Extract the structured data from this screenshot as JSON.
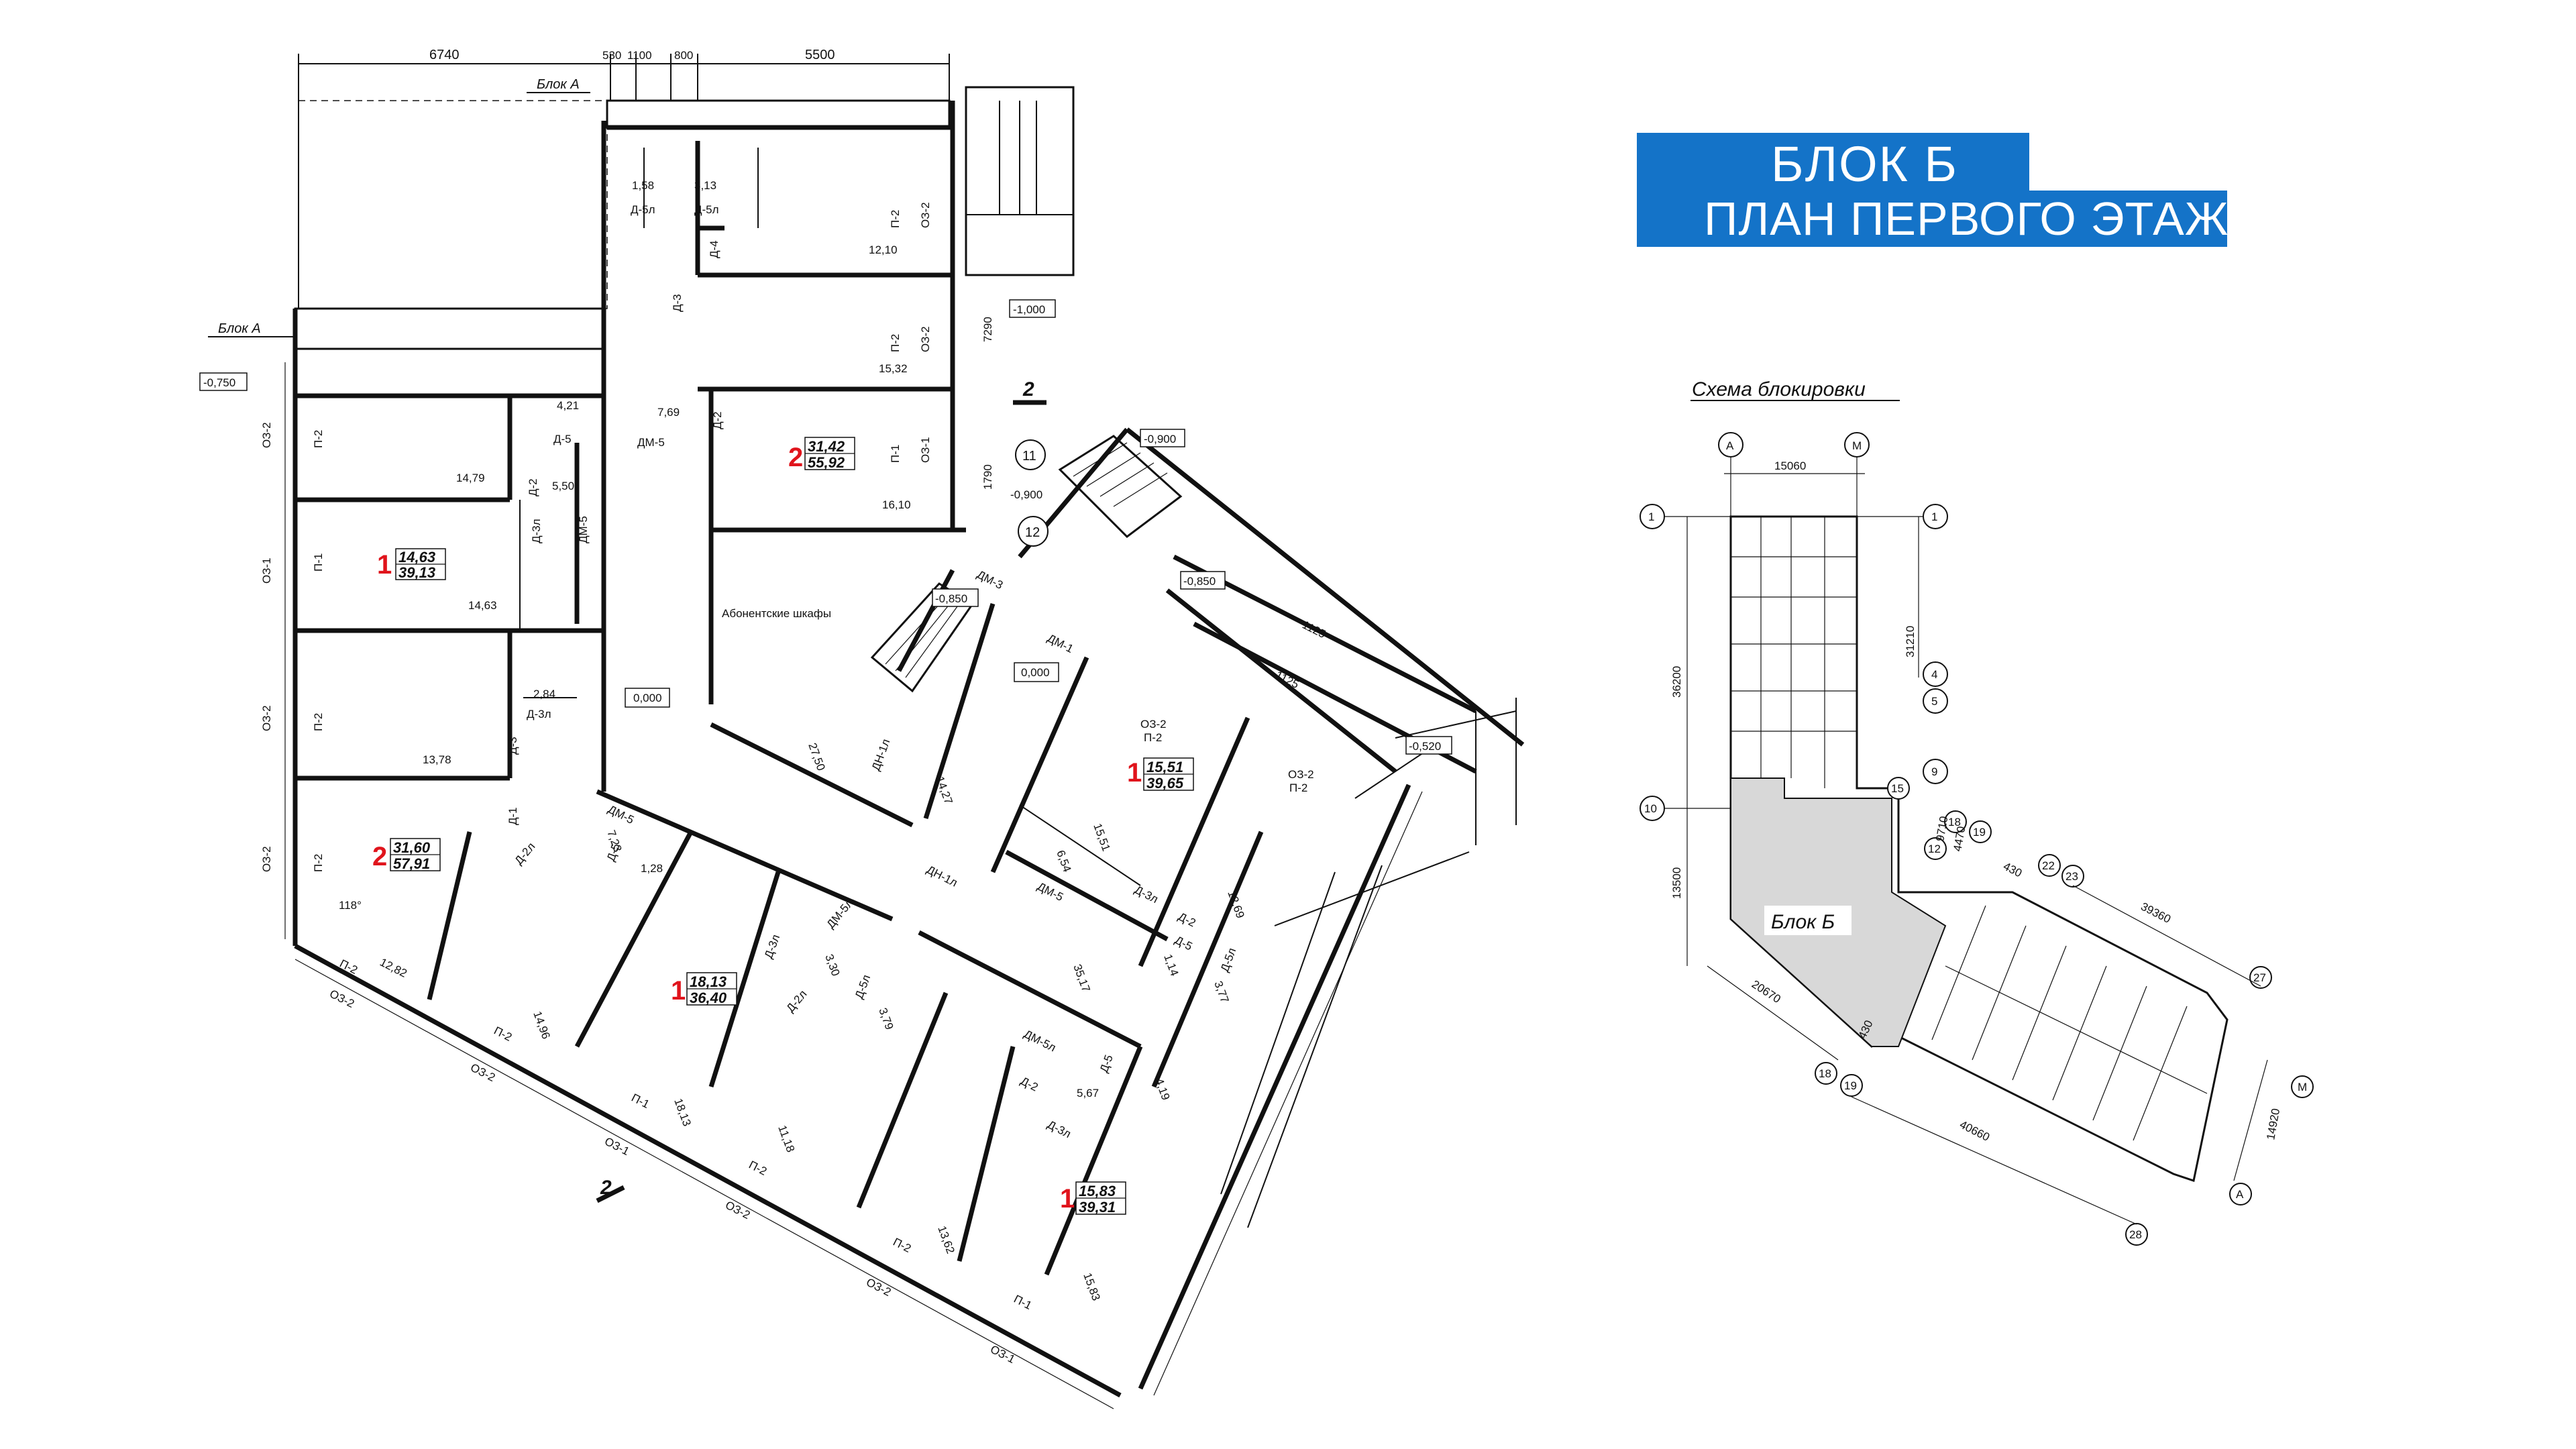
{
  "title": {
    "line1": "БЛОК Б",
    "line2": "ПЛАН ПЕРВОГО ЭТАЖА"
  },
  "colors": {
    "title_bg": "#1473c8",
    "room_count": "#e0141c",
    "lines": "#111111"
  },
  "plan": {
    "top_dimensions": [
      "6740",
      "530",
      "1100",
      "800",
      "5500"
    ],
    "block_labels": [
      "Блок А",
      "Блок А"
    ],
    "levels": [
      "-0,750",
      "-1,000",
      "-0,900",
      "-0,900",
      "-0,850",
      "-0,850",
      "-0,520",
      "0,000",
      "0,000"
    ],
    "side_dims": [
      "7290",
      "1790"
    ],
    "axes": [
      "11",
      "12"
    ],
    "section_marks": [
      "2",
      "2"
    ],
    "cabinet_label": "Абонентские шкафы",
    "corridor_dims": [
      "1125",
      "1125"
    ],
    "angle": "118°",
    "apartments": [
      {
        "rooms": "1",
        "living": "14,63",
        "total": "39,13"
      },
      {
        "rooms": "2",
        "living": "31,42",
        "total": "55,92"
      },
      {
        "rooms": "2",
        "living": "31,60",
        "total": "57,91"
      },
      {
        "rooms": "1",
        "living": "18,13",
        "total": "36,40"
      },
      {
        "rooms": "1",
        "living": "15,51",
        "total": "39,65"
      },
      {
        "rooms": "1",
        "living": "15,83",
        "total": "39,31"
      }
    ],
    "room_areas": [
      "14,79",
      "14,63",
      "13,78",
      "12,82",
      "14,96",
      "18,13",
      "11,18",
      "13,62",
      "15,83",
      "12,10",
      "15,32",
      "16,10",
      "27,50",
      "14,27",
      "15,51",
      "12,69",
      "35,17",
      "1,58",
      "3,13",
      "4,21",
      "5,50",
      "7,69",
      "2,84",
      "7,23",
      "1,28",
      "3,30",
      "3,79",
      "6,54",
      "1,14",
      "3,77",
      "5,67",
      "4,19"
    ],
    "window_marks": [
      "ОЗ-2",
      "ОЗ-1",
      "П-2",
      "П-1"
    ],
    "door_marks": [
      "Д-5л",
      "Д-4",
      "Д-3",
      "Д-2",
      "Д-5",
      "Д-3л",
      "ДМ-5",
      "ДМ-3",
      "ДМ-1",
      "ДН-1л",
      "Д-1",
      "Д-2л",
      "ДМ-5л",
      "Д-5л",
      "Д-2",
      "Д-3л"
    ]
  },
  "scheme": {
    "title": "Схема блокировки",
    "block_label": "Блок Б",
    "axes": [
      "А",
      "М",
      "1",
      "1",
      "4",
      "5",
      "9",
      "10",
      "15",
      "18",
      "19",
      "12",
      "22",
      "23",
      "27",
      "18",
      "19",
      "28",
      "М",
      "А"
    ],
    "dims": [
      "15060",
      "36200",
      "31210",
      "13500",
      "20670",
      "430",
      "4470",
      "9710",
      "430",
      "39360",
      "40660",
      "14920"
    ]
  }
}
